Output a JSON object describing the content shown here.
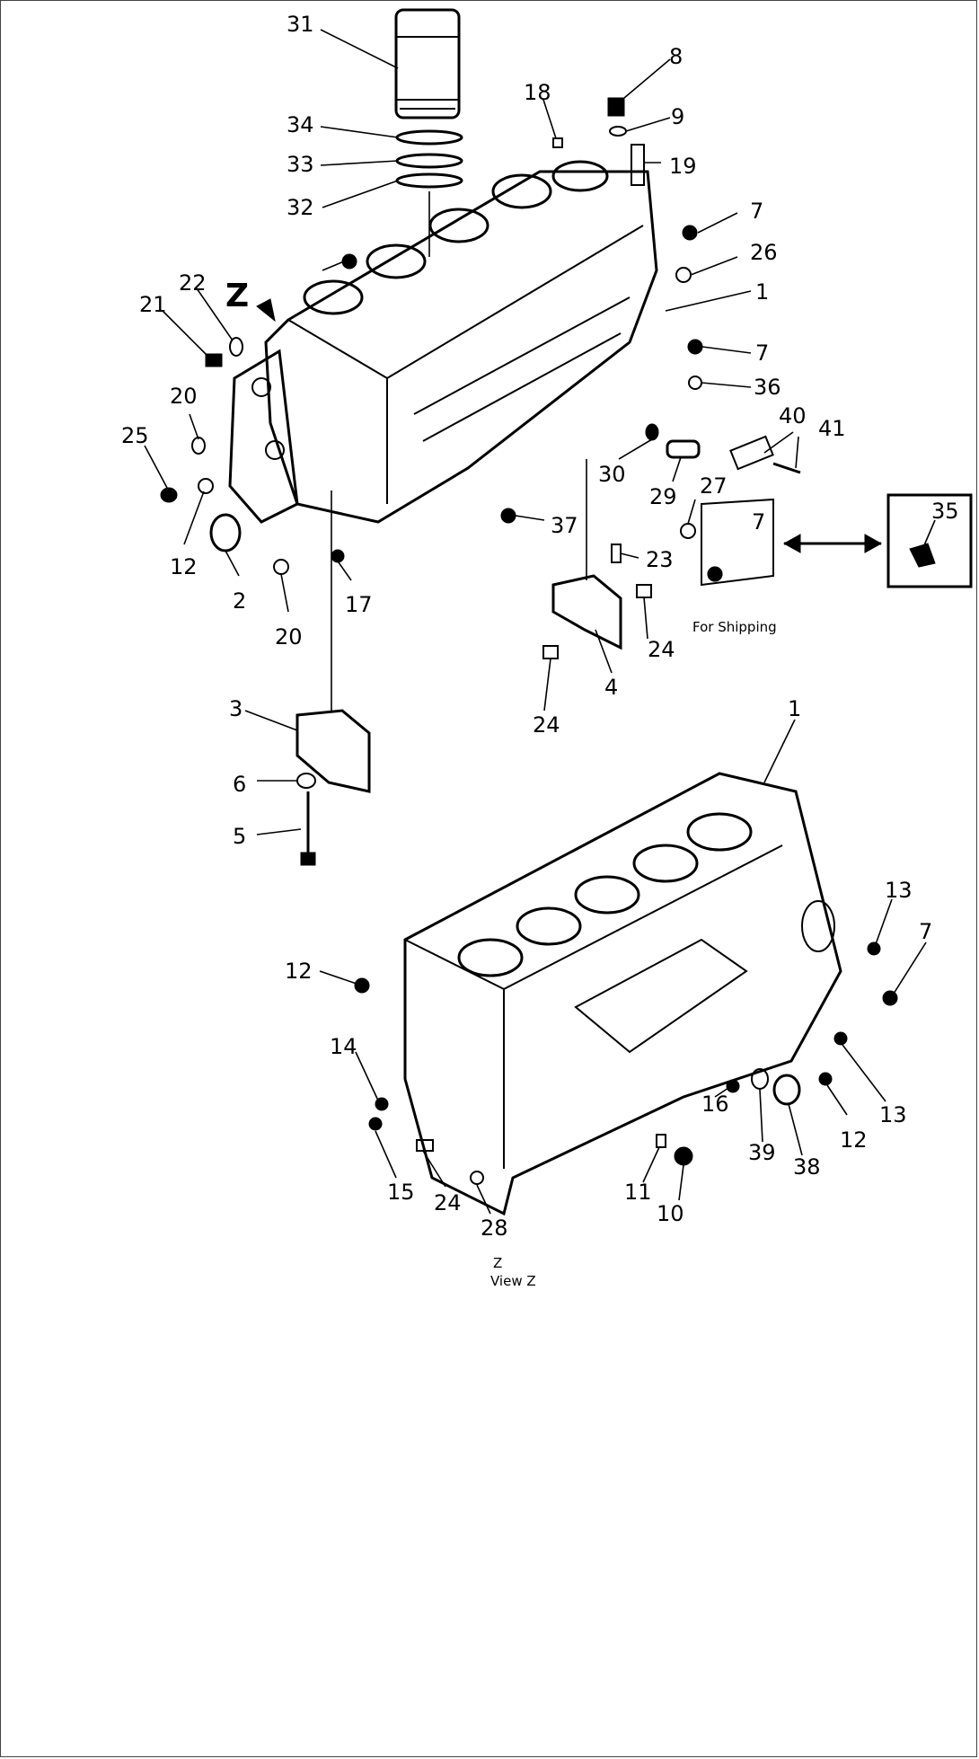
{
  "diagram": {
    "view_marker": "Z",
    "shipping_note": "For Shipping",
    "view_caption": "View Z",
    "callouts_upper": [
      "31",
      "34",
      "33",
      "32",
      "8",
      "9",
      "18",
      "19",
      "7",
      "26",
      "1",
      "7",
      "36",
      "40",
      "41",
      "22",
      "21",
      "20",
      "25",
      "12",
      "2",
      "20",
      "17",
      "37",
      "30",
      "29",
      "27",
      "7",
      "23",
      "24",
      "24",
      "4",
      "3",
      "6",
      "5",
      "35"
    ],
    "callouts_lower": [
      "1",
      "13",
      "7",
      "12",
      "14",
      "15",
      "24",
      "28",
      "11",
      "10",
      "16",
      "39",
      "38",
      "12",
      "13"
    ]
  }
}
